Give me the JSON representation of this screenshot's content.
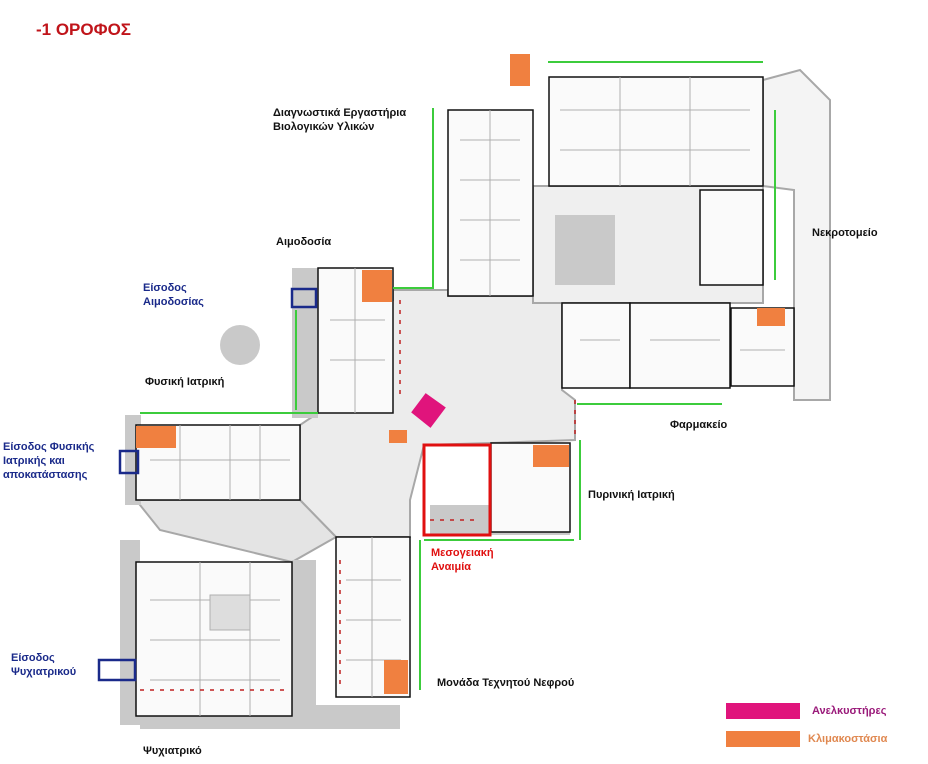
{
  "title": "-1 ΟΡΟΦΟΣ",
  "labels": {
    "diagnostic_labs_line1": "Διαγνωστικά Εργαστήρια",
    "diagnostic_labs_line2": "Βιολογικών Υλικών",
    "blood_donation": "Αιμοδοσία",
    "blood_donation_entrance_line1": "Είσοδος",
    "blood_donation_entrance_line2": "Αιμοδοσίας",
    "physical_medicine": "Φυσική Ιατρική",
    "physical_medicine_entrance_line1": "Είσοδος Φυσικής",
    "physical_medicine_entrance_line2": "Ιατρικής και",
    "physical_medicine_entrance_line3": "αποκατάστασης",
    "morgue": "Νεκροτομείο",
    "pharmacy": "Φαρμακείο",
    "nuclear_medicine": "Πυρινική Ιατρική",
    "mediterranean_anemia_line1": "Μεσογειακή",
    "mediterranean_anemia_line2": "Αναιμία",
    "dialysis_unit": "Μονάδα Τεχνητού Νεφρού",
    "psychiatric_entrance_line1": "Είσοδος",
    "psychiatric_entrance_line2": "Ψυχιατρικού",
    "psychiatric": "Ψυχιατρικό"
  },
  "legend": {
    "elevators": {
      "label": "Ανελκυστήρες",
      "color": "#e0147c"
    },
    "stairs": {
      "label": "Κλιμακοστάσια",
      "color": "#f08040"
    }
  },
  "colors": {
    "title": "#c0141a",
    "entrance": "#1a2a8a",
    "highlight": "#e01010",
    "path": "#3ccc3c",
    "wall": "#a8a8a8"
  }
}
